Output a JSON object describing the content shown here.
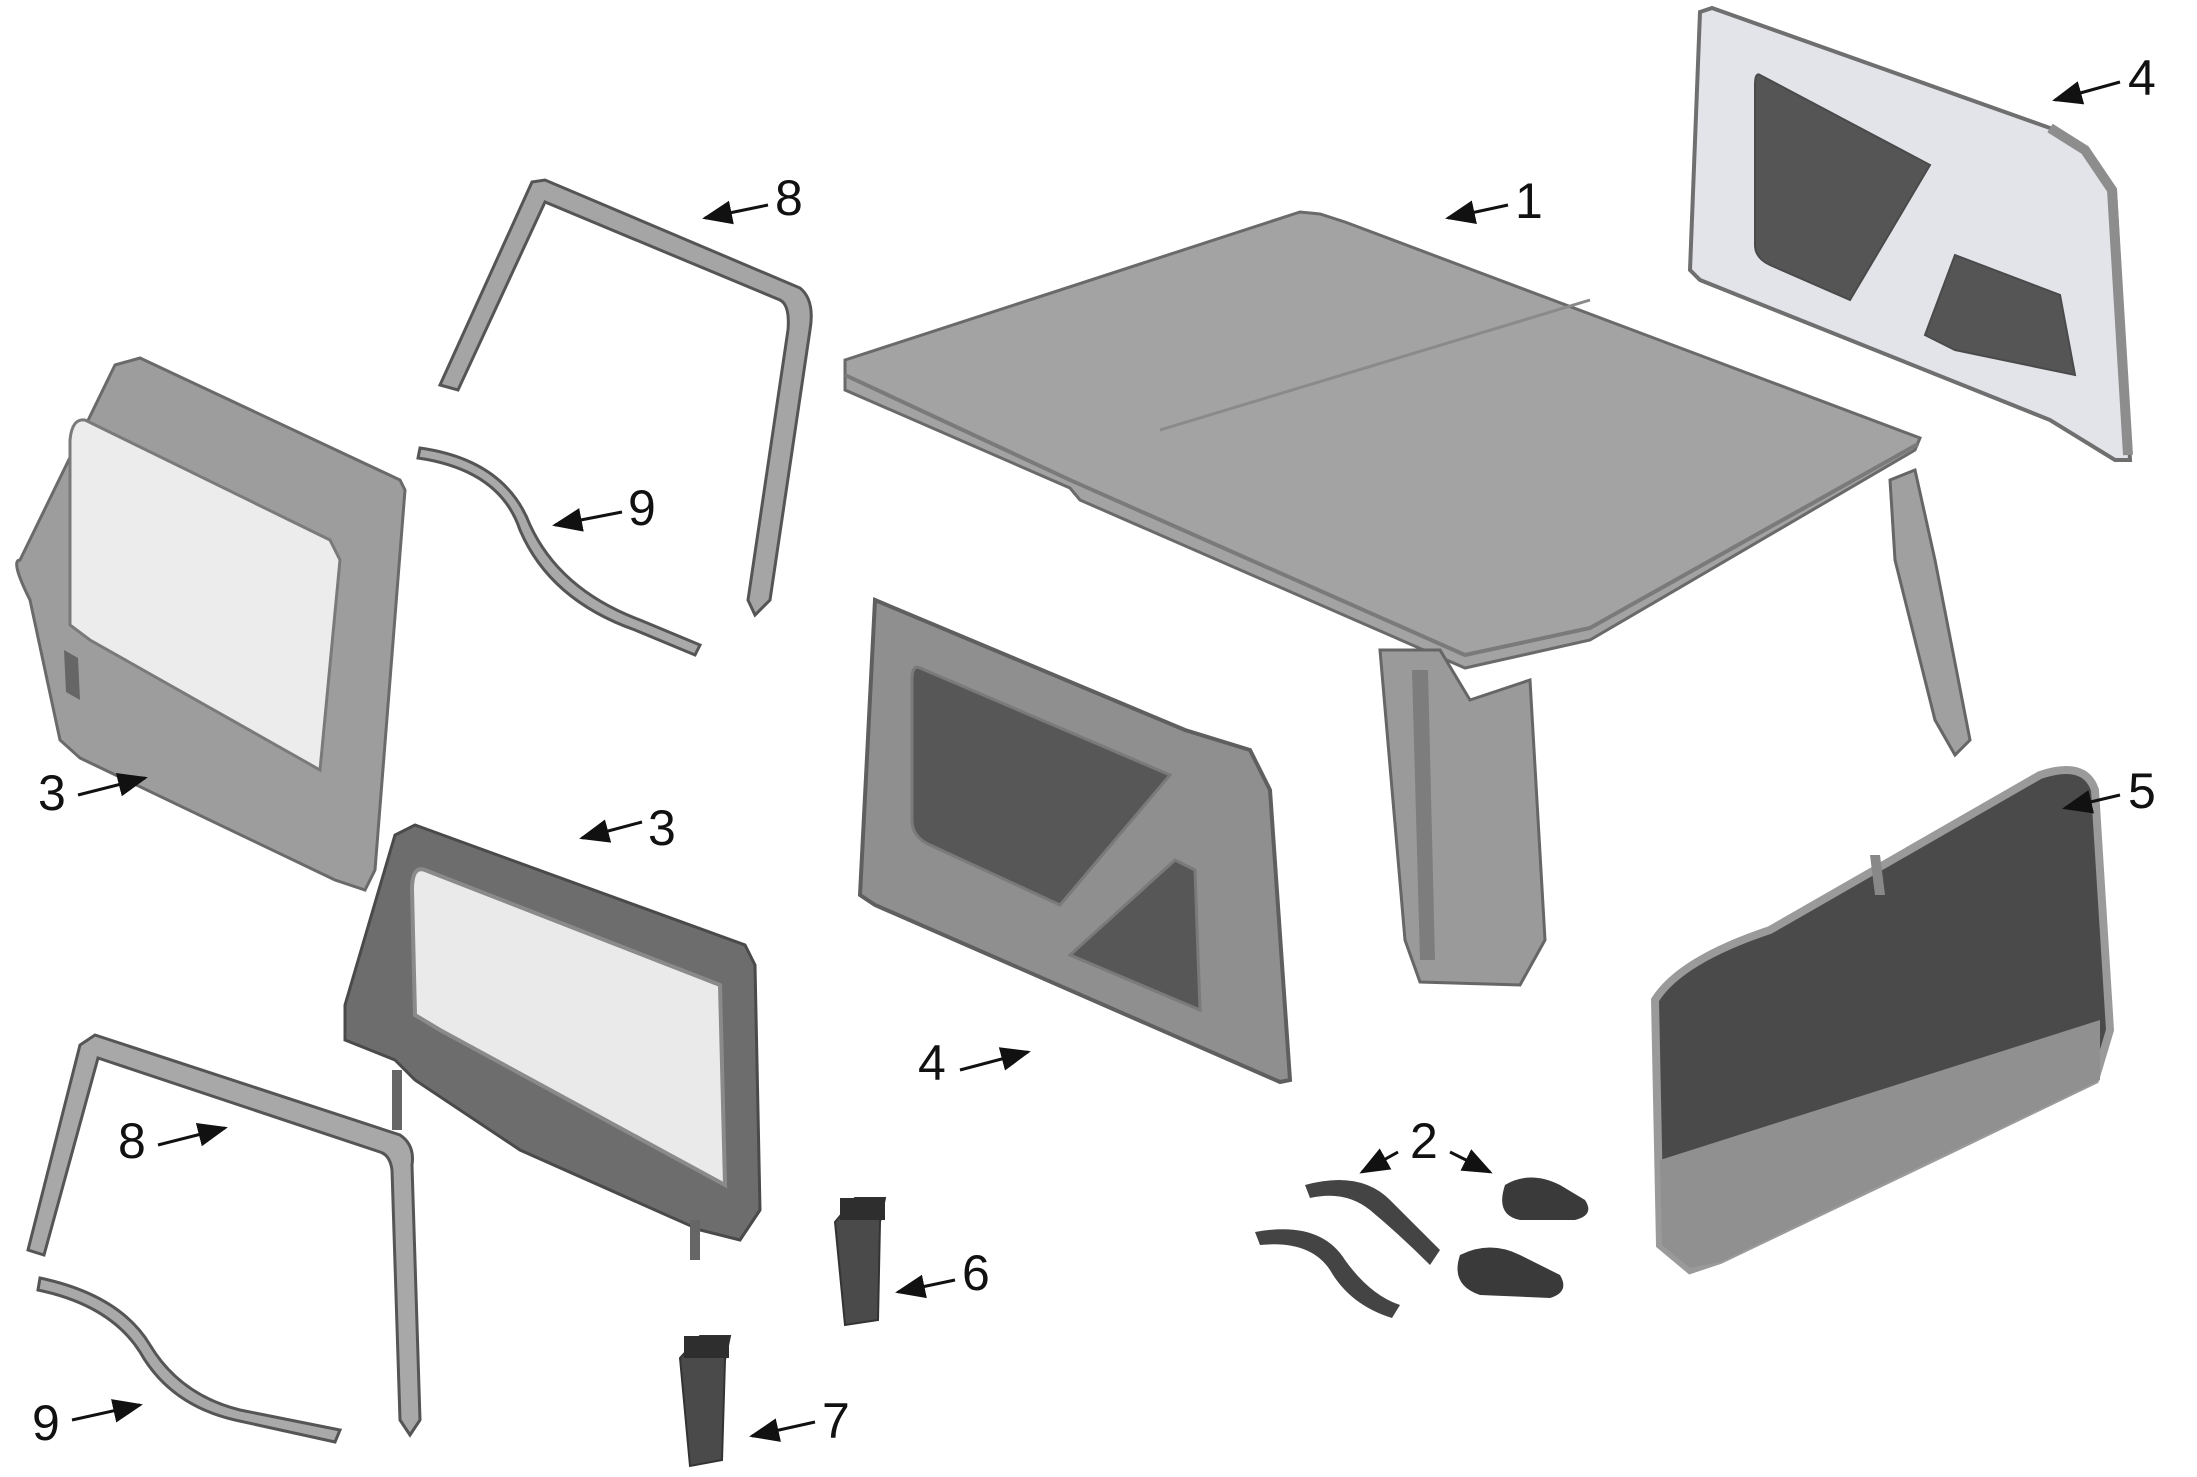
{
  "callouts": {
    "c1": "1",
    "c2": "2",
    "c3a": "3",
    "c3b": "3",
    "c4a": "4",
    "c4b": "4",
    "c5": "5",
    "c6": "6",
    "c7": "7",
    "c8a": "8",
    "c8b": "8",
    "c9a": "9",
    "c9b": "9"
  },
  "colors": {
    "fabric": "#9a9a9a",
    "fabric_dark": "#6f6f6f",
    "fabric_light": "#b8b8b8",
    "window_tint": "#555555",
    "glass": "#eaeaea",
    "inner_white": "#e6e6ea",
    "strap": "#3e3e3e",
    "outline": "#4a4a4a"
  }
}
